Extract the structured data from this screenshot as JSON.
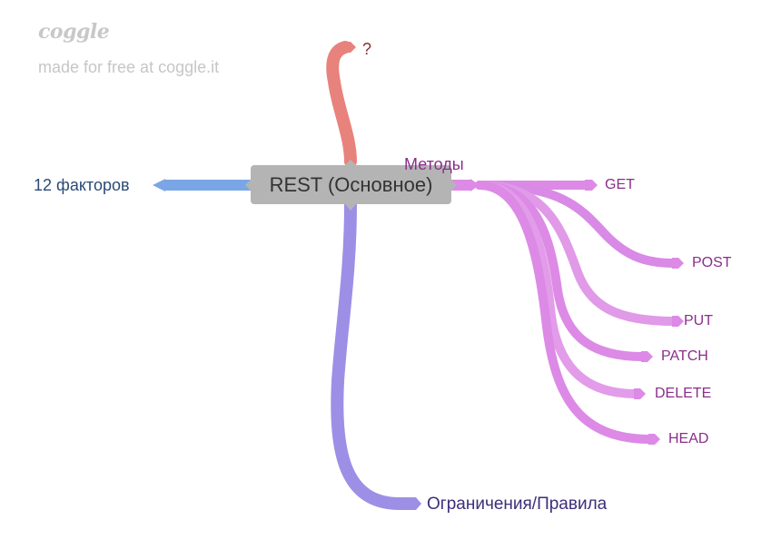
{
  "watermark": {
    "logo": "coggle",
    "tagline": "made for free at coggle.it"
  },
  "mindmap": {
    "root": "REST (Основное)",
    "branches": [
      {
        "label": "?",
        "color": "#e8827c"
      },
      {
        "label": "12 факторов",
        "color": "#7aa6e6"
      },
      {
        "label": "Ограничения/Правила",
        "color": "#9d8fe6"
      },
      {
        "label": "Методы",
        "color": "#dc8ae6",
        "children": [
          "GET",
          "POST",
          "PUT",
          "PATCH",
          "DELETE",
          "HEAD"
        ]
      }
    ]
  },
  "colors": {
    "root_box": "#b4b4b4",
    "label_methods": "#8a2e8a",
    "label_question": "#8a2e2e",
    "label_factors": "#2b4a78",
    "label_rules": "#3d2e7a"
  }
}
